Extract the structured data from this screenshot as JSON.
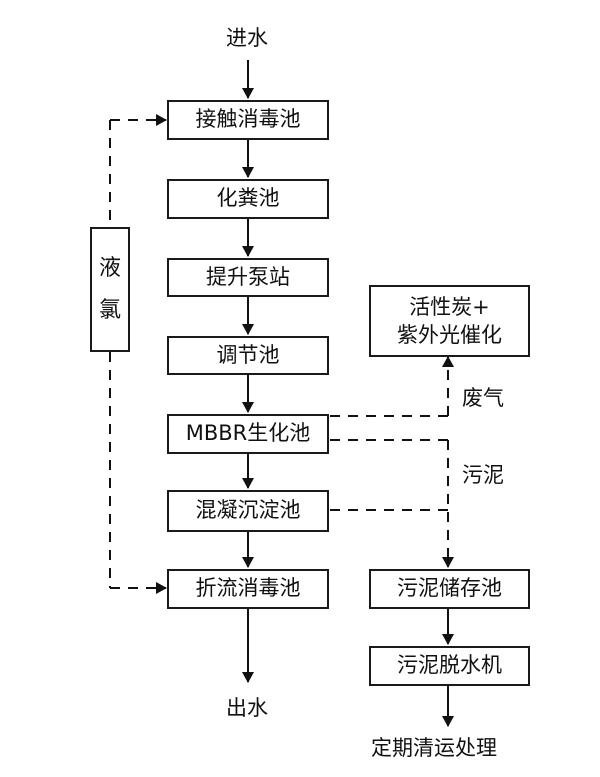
{
  "nodes": {
    "inlet": "进水",
    "contact_disinfection_tank": "接触消毒池",
    "septic_tank": "化粪池",
    "lift_pump_station": "提升泵站",
    "regulating_tank": "调节池",
    "mbbr_tank": "MBBR生化池",
    "coagulation_sedimentation_tank": "混凝沉淀池",
    "baffled_disinfection_tank": "折流消毒池",
    "outlet": "出水",
    "liquid_chlorine_line1": "液",
    "liquid_chlorine_line2": "氯",
    "activated_carbon_line1": "活性炭+",
    "activated_carbon_line2": "紫外光催化",
    "exhaust_gas_label": "废气",
    "sludge_label": "污泥",
    "sludge_storage_tank": "污泥储存池",
    "sludge_dewatering_machine": "污泥脱水机",
    "periodic_disposal": "定期清运处理"
  }
}
